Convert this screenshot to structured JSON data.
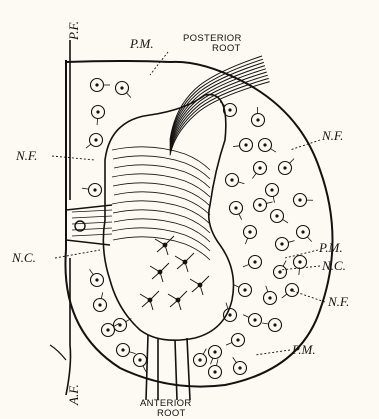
{
  "labels": {
    "pf": "P.F.",
    "pm_top": "P.M.",
    "posterior_root_1": "POSTERIOR",
    "posterior_root_2": "ROOT",
    "nf_right_top": "N.F.",
    "nf_left": "N.F.",
    "nc_left": "N.C.",
    "pm_right": "P.M.",
    "nc_right": "N.C.",
    "nf_right_bottom": "N.F.",
    "pm_bottom": "P.M.",
    "af": "A.F.",
    "anterior_root_1": "ANTERIOR",
    "anterior_root_2": "ROOT"
  },
  "colors": {
    "ink": "#141210",
    "paper": "#fdfaf3"
  }
}
